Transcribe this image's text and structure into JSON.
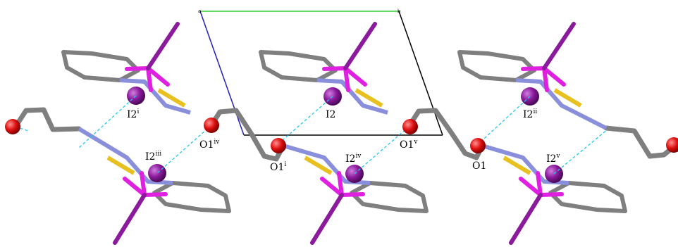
{
  "axes": {
    "a": "a",
    "b": "b"
  },
  "labels": [
    {
      "base": "I2",
      "sup": "i"
    },
    {
      "base": "I2",
      "sup": ""
    },
    {
      "base": "I2",
      "sup": "ii"
    },
    {
      "base": "O1",
      "sup": "iv"
    },
    {
      "base": "O1",
      "sup": "v"
    },
    {
      "base": "I2",
      "sup": "iii"
    },
    {
      "base": "O1",
      "sup": "i"
    },
    {
      "base": "I2",
      "sup": "iv"
    },
    {
      "base": "O1",
      "sup": ""
    },
    {
      "base": "I2",
      "sup": "v"
    }
  ],
  "colors": {
    "carbon": "#7f7f7f",
    "nitrogen": "#8a8fdc",
    "sulfur": "#e8c020",
    "oxygen": "#e01010",
    "iodine": "#8b1a9c",
    "metal_bonds": "#e020e0",
    "hbond": "#20c8e8",
    "cell_a": "#2020c0",
    "cell_b": "#30d030",
    "cell_edge": "#000000"
  }
}
